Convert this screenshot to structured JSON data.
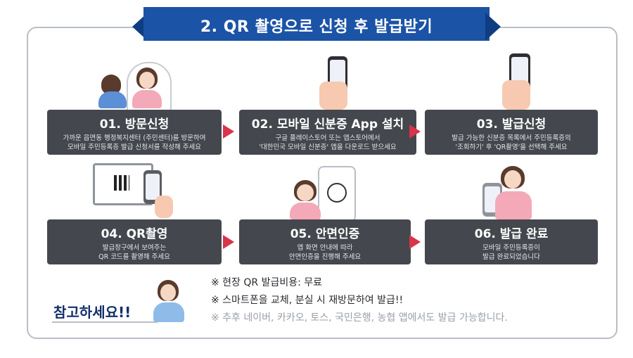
{
  "header": {
    "title": "2. QR 촬영으로 신청 후 발급받기"
  },
  "steps": [
    {
      "num": "01.",
      "title": "방문신청",
      "line1": "가까운 읍면동 행정복지센터 (주민센터)를 방문하여",
      "line2": "모바일 주민등록증 발급 신청서를 작성해 주세요"
    },
    {
      "num": "02.",
      "title": "모바일 신분증 App 설치",
      "line1": "구글 플레이스토어 또는 앱스토어에서",
      "line2": "'대한민국 모바일 신분증' 앱을 다운로드 받으세요"
    },
    {
      "num": "03.",
      "title": "발급신청",
      "line1": "발급 가능한 신분증 목록에서 주민등록증의",
      "line2": "'조회하기' 후 'QR촬영'을 선택해 주세요"
    },
    {
      "num": "04.",
      "title": "QR촬영",
      "line1": "발급창구에서 보여주는",
      "line2": "QR 코드를 촬영해 주세요"
    },
    {
      "num": "05.",
      "title": "안면인증",
      "line1": "앱 화면 안내에 따라",
      "line2": "안면인증을 진행해 주세요"
    },
    {
      "num": "06.",
      "title": "발급 완료",
      "line1": "모바일 주민등록증이",
      "line2": "발급 완료되었습니다"
    }
  ],
  "notice": {
    "title": "참고하세요!!",
    "items": [
      "※ 현장 QR 발급비용: 무료",
      "※ 스마트폰을 교체, 분실 시 재방문하여 발급!!",
      "※ 추후 네이버, 카카오, 토스, 국민은행, 농협 앱에서도 발급 가능합니다."
    ]
  },
  "colors": {
    "banner": "#1b53a6",
    "step_bg": "#44474d",
    "arrow": "#d8344a",
    "notice_title": "#14306a"
  }
}
